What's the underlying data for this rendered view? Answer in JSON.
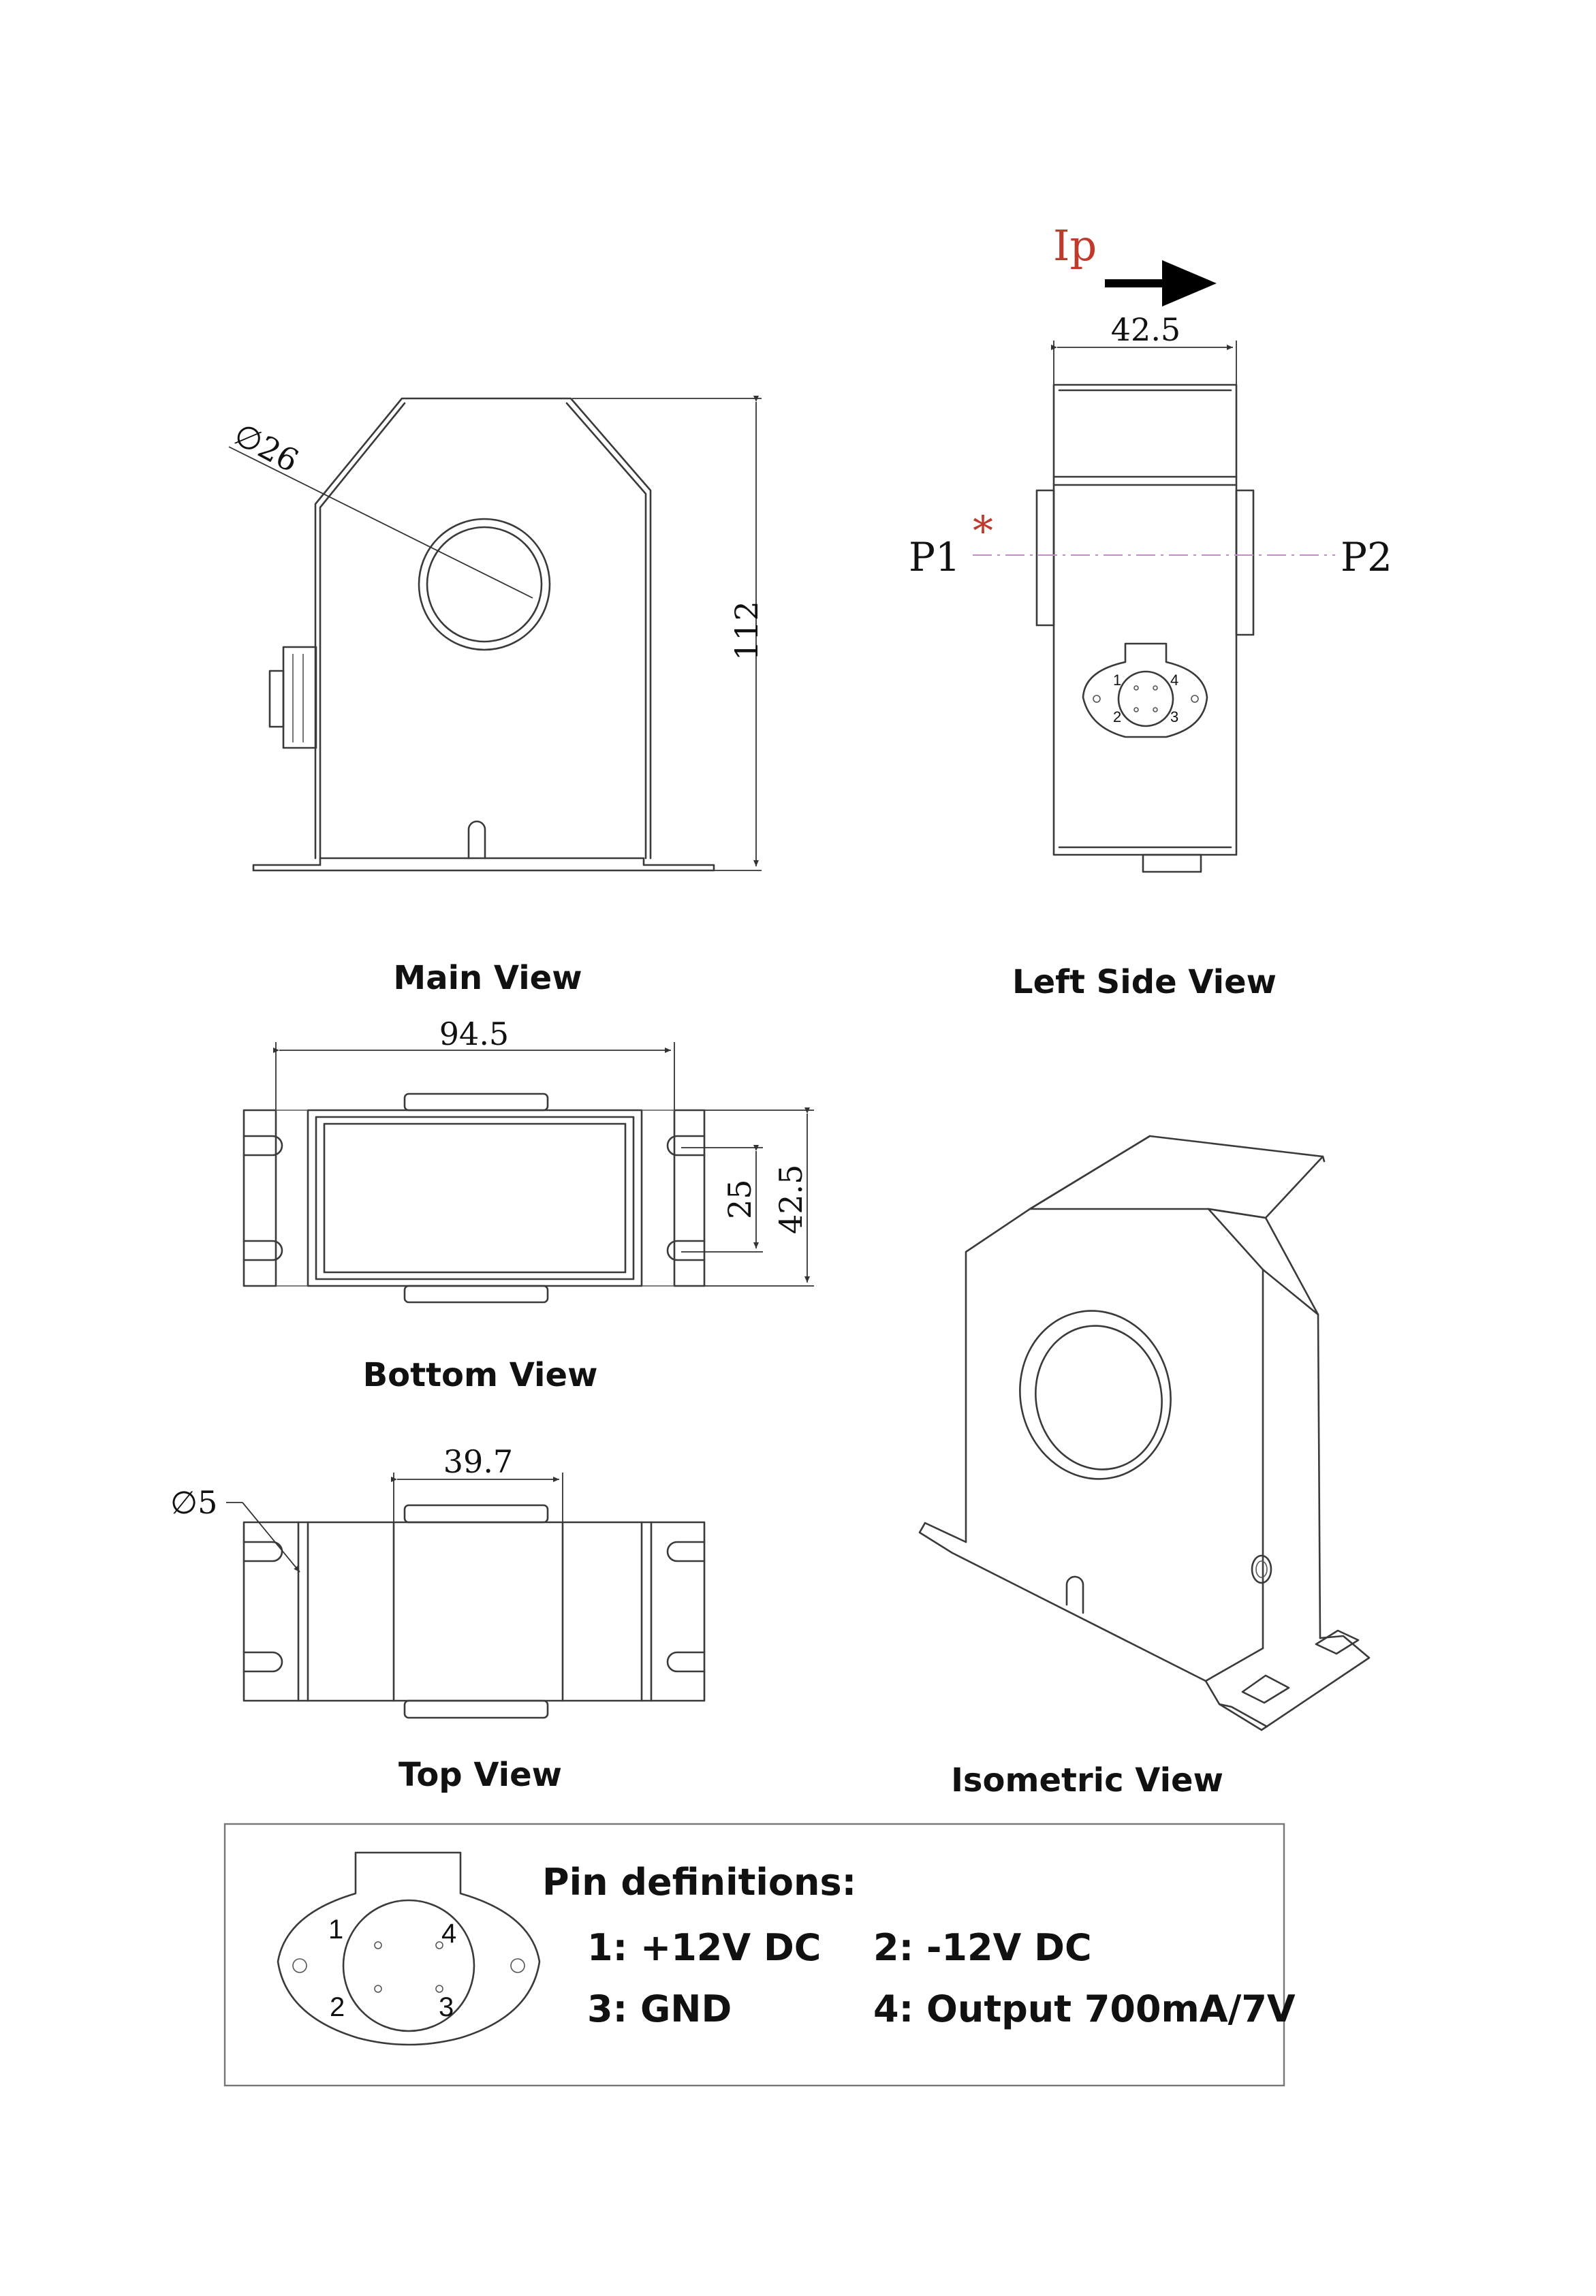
{
  "current": {
    "label": "Ip",
    "color": "#c0392b"
  },
  "terminals": {
    "p1": "P1",
    "p2": "P2",
    "polarity_mark": "*",
    "axis_color": "#c98ac9"
  },
  "dimensions": {
    "hole_diameter": "∅26",
    "height": "112",
    "depth_side": "42.5",
    "length_bottom": "94.5",
    "inner_width": "25",
    "depth_bottom": "42.5",
    "top_width": "39.7",
    "mount_hole": "∅5"
  },
  "views": {
    "main": "Main View",
    "left_side": "Left Side View",
    "bottom": "Bottom View",
    "top": "Top View",
    "isometric": "Isometric View"
  },
  "connector_pins": {
    "p1": "1",
    "p2": "2",
    "p3": "3",
    "p4": "4"
  },
  "pin_definitions": {
    "title": "Pin definitions:",
    "pin1": "1: +12V DC",
    "pin2": "2: -12V DC",
    "pin3": "3: GND",
    "pin4": "4: Output 700mA/7V"
  }
}
